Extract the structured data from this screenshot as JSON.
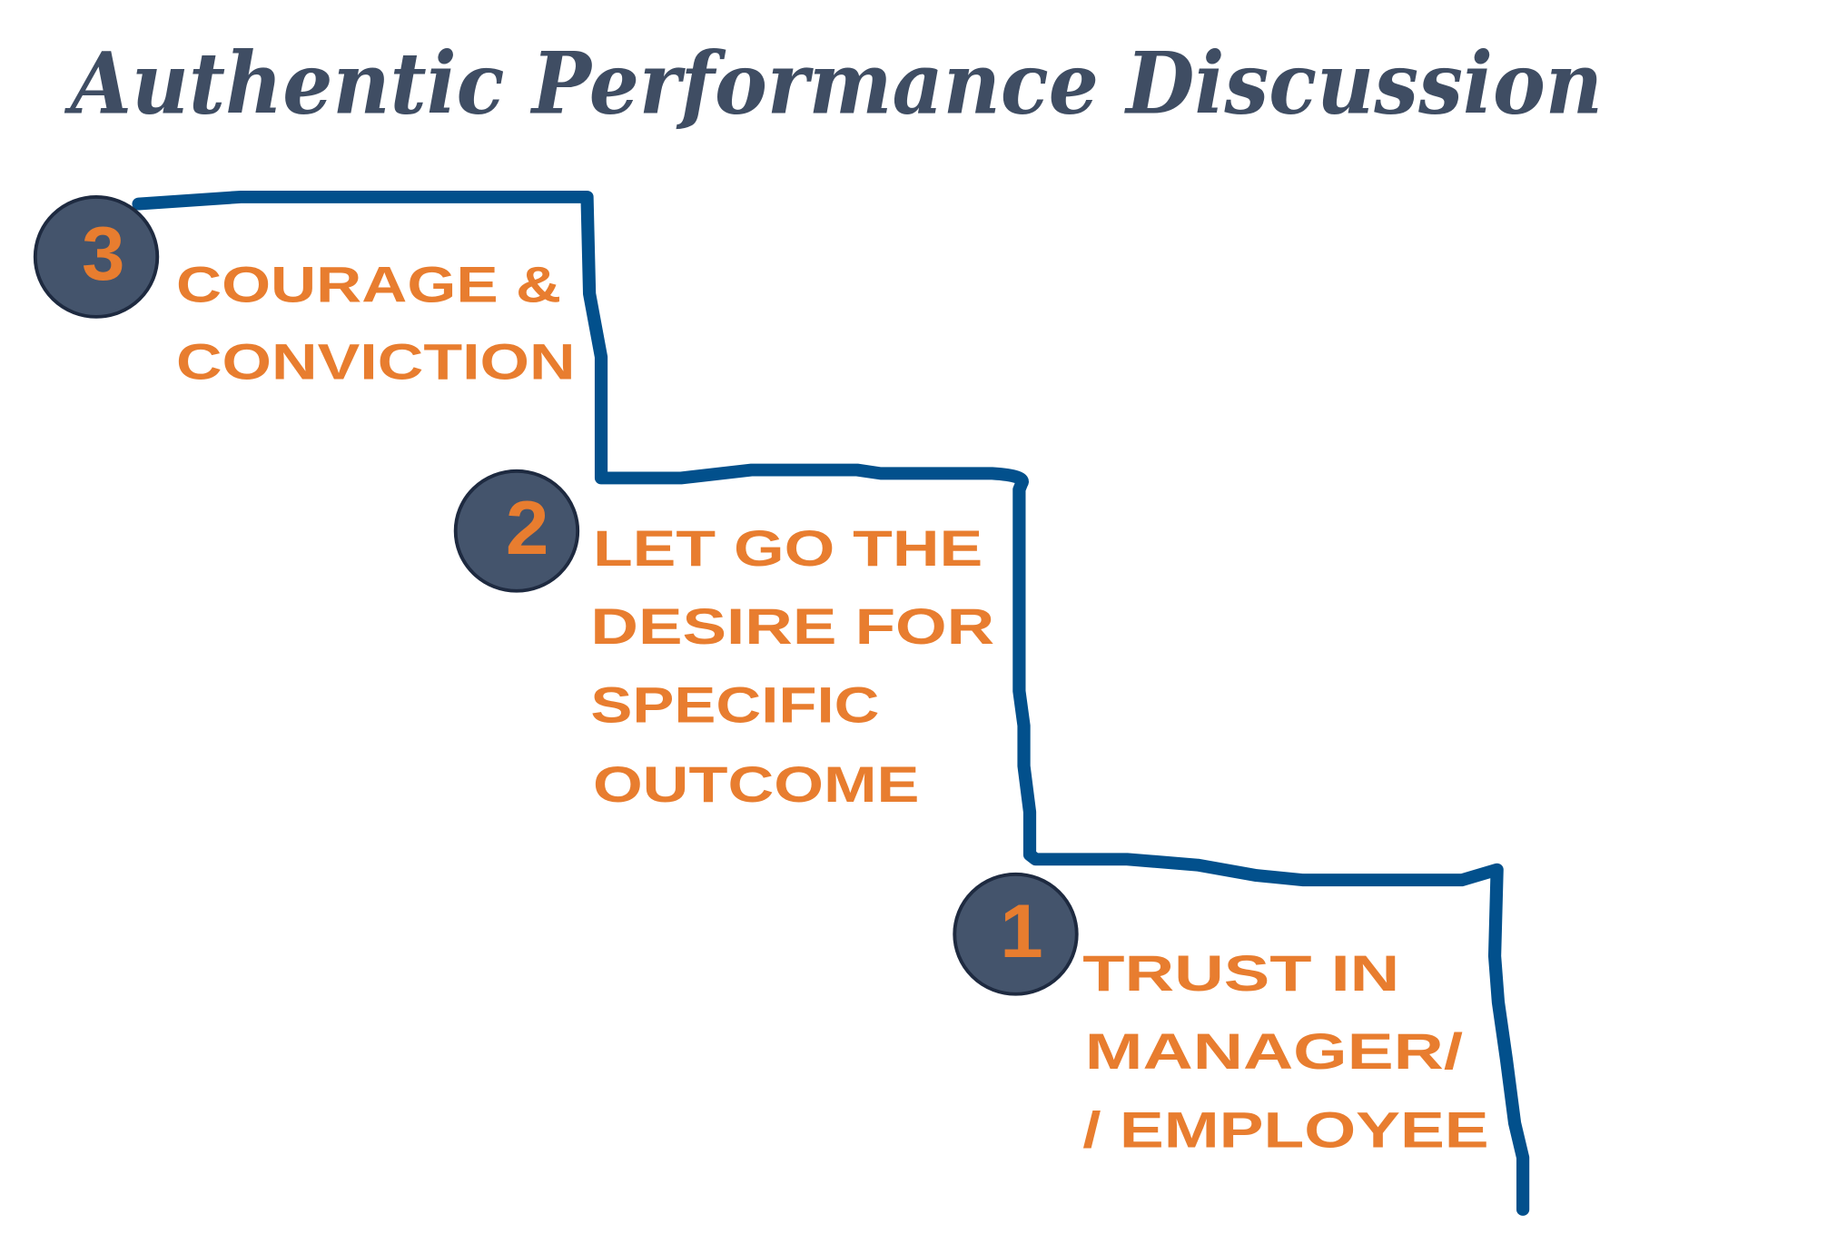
{
  "title": "Authentic Performance Discussion",
  "colors": {
    "line": "#02508c",
    "badge": "#44546c",
    "text_accent": "#e87d2f",
    "title": "#3f4d63"
  },
  "steps": [
    {
      "number": "3",
      "lines": [
        "COURAGE &",
        "CONVICTION"
      ]
    },
    {
      "number": "2",
      "lines": [
        "LET GO THE",
        "DESIRE FOR",
        "SPECIFIC",
        "OUTCOME"
      ]
    },
    {
      "number": "1",
      "lines": [
        "TRUST IN",
        "MANAGER/",
        "/ EMPLOYEE"
      ]
    }
  ]
}
